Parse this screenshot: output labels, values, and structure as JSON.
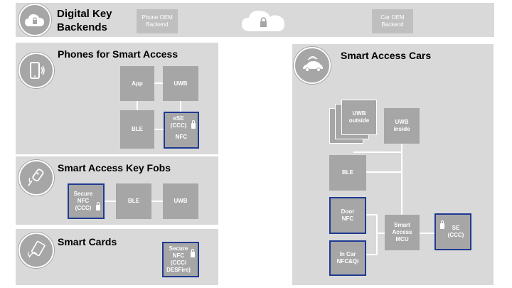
{
  "backends": {
    "title": "Digital Key Backends",
    "phone_oem": "Phone OEM Backend",
    "car_oem": "Car OEM Backend",
    "icon": "cloud-lock-icon"
  },
  "phones": {
    "title": "Phones for Smart Access",
    "icon": "smartphone-icon",
    "app": "App",
    "uwb": "UWB",
    "ble": "BLE",
    "ese": "eSE\n(CCC)",
    "nfc": "NFC"
  },
  "fobs": {
    "title": "Smart Access Key Fobs",
    "icon": "key-fob-icon",
    "secure_nfc": "Secure\nNFC\n(CCC)",
    "ble": "BLE",
    "uwb": "UWB"
  },
  "cards": {
    "title": "Smart Cards",
    "icon": "smart-card-icon",
    "secure_nfc": "Secure\nNFC\n(CCC/\nDESFire)"
  },
  "cars": {
    "title": "Smart Access Cars",
    "icon": "car-icon",
    "uwb_outside": "UWB\noutside",
    "uwb_inside": "UWB\ninside",
    "ble": "BLE",
    "door_nfc": "Door\nNFC",
    "in_car": "In Car\nNFC&Qi",
    "mcu": "Smart\nAccess\nMCU",
    "se": "SE\n(CCC)"
  },
  "colors": {
    "panel": "#d9d9d9",
    "box": "#a6a6a6",
    "secure_border": "#1f3a93"
  }
}
